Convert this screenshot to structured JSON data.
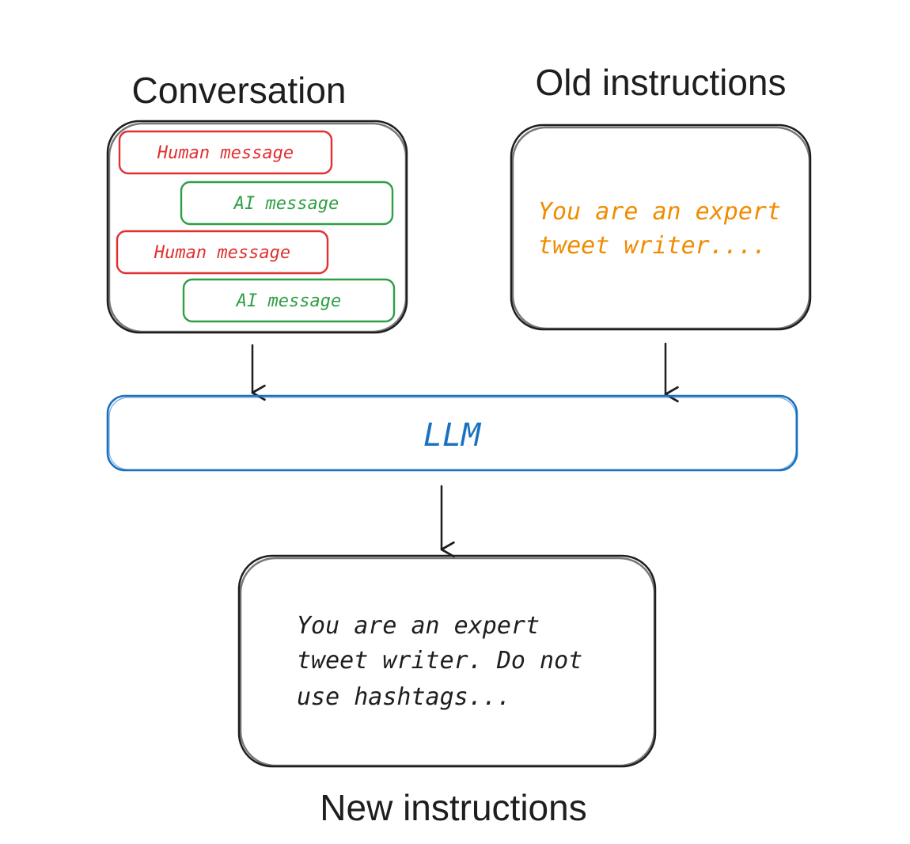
{
  "titles": {
    "conversation": "Conversation",
    "old_instructions": "Old instructions",
    "new_instructions": "New instructions"
  },
  "conversation": {
    "messages": [
      {
        "role": "human",
        "label": "Human message"
      },
      {
        "role": "ai",
        "label": "AI message"
      },
      {
        "role": "human",
        "label": "Human message"
      },
      {
        "role": "ai",
        "label": "AI message"
      }
    ]
  },
  "old_instructions": {
    "lines": [
      "You are an expert",
      "tweet writer...."
    ]
  },
  "llm": {
    "label": "LLM"
  },
  "new_instructions": {
    "lines": [
      "You are an expert",
      "tweet writer. Do not",
      "use hashtags..."
    ]
  },
  "colors": {
    "human": "#e03131",
    "ai": "#2f9e44",
    "old_text": "#f08c00",
    "llm": "#1971c2",
    "stroke": "#1e1e1e"
  }
}
